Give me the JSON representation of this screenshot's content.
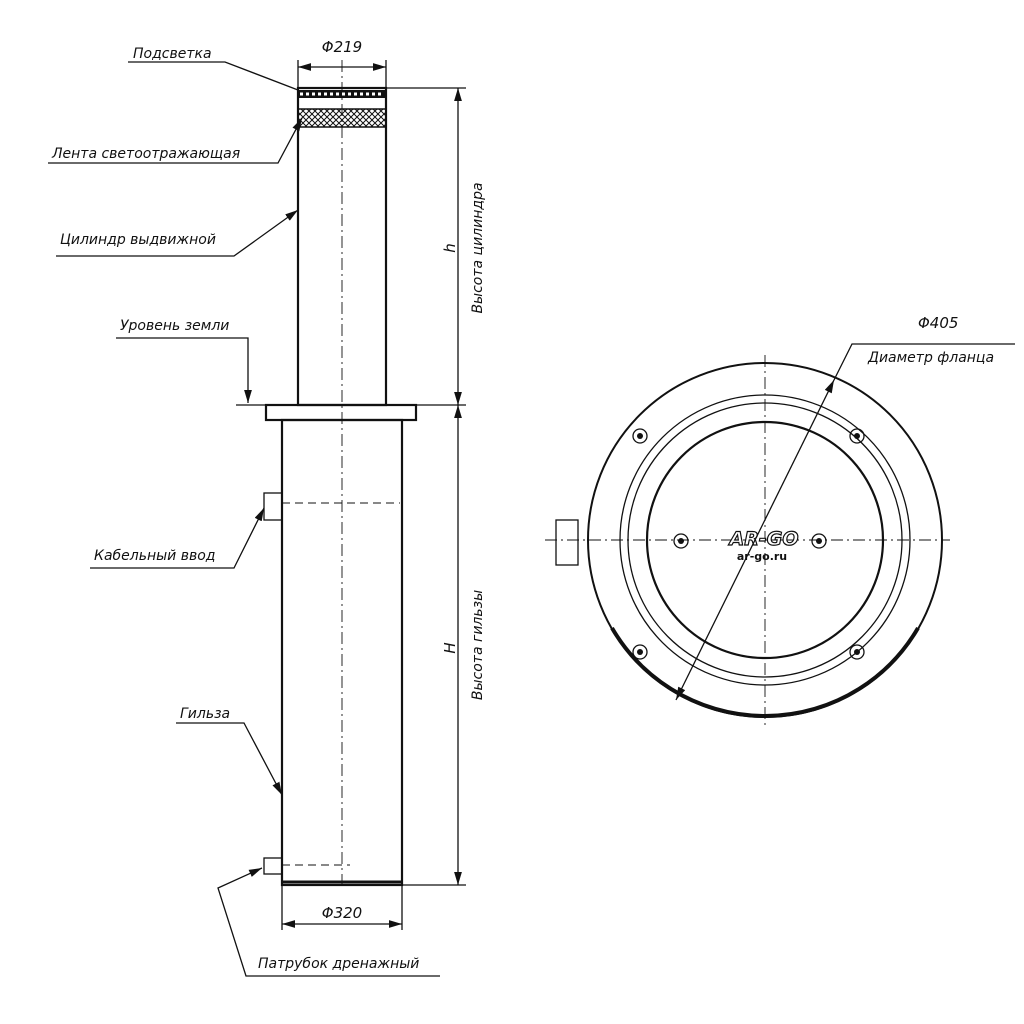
{
  "labels": {
    "lighting": "Подсветка",
    "reflective_tape": "Лента светоотражающая",
    "cylinder": "Цилиндр выдвижной",
    "ground_level": "Уровень земли",
    "cable_entry": "Кабельный ввод",
    "sleeve": "Гильза",
    "drain_pipe": "Патрубок дренажный",
    "flange_diameter": "Диаметр фланца"
  },
  "dimensions": {
    "cylinder_diameter": "Φ219",
    "sleeve_diameter": "Φ320",
    "flange_diameter": "Φ405",
    "cylinder_height_symbol": "h",
    "cylinder_height_label": "Высота цилиндра",
    "sleeve_height_symbol": "H",
    "sleeve_height_label": "Высота гильзы"
  },
  "logo": {
    "brand": "AR-GO",
    "site": "ar-go.ru"
  }
}
